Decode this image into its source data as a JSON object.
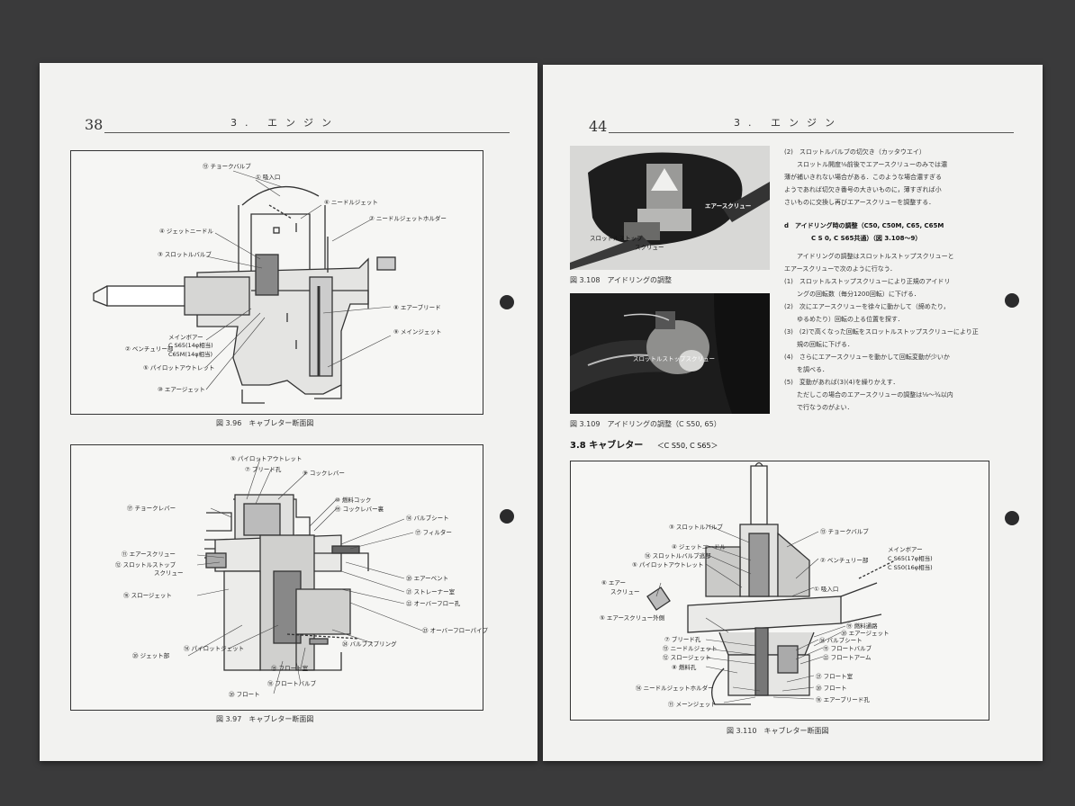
{
  "left_page": {
    "page_number": "38",
    "chapter": "3. エンジン",
    "fig96": {
      "caption": "図 3.96　キャブレター断面図",
      "labels": {
        "choke_valve": "⑬ チョークバルブ",
        "intake": "① 吸入口",
        "needle_jet": "⑥ ニードルジェット",
        "needle_jet_holder": "⑦ ニードルジェットホルダー",
        "jet_needle": "④ ジェットニードル",
        "throttle_valve": "③ スロットルバルブ",
        "air_bleed": "⑧ エアーブリード",
        "main_jet": "⑨ メインジェット",
        "main_bore_title": "メインボアー",
        "main_bore_cs65": "C S65(14φ相当)",
        "main_bore_c65m": "C65M(14φ相当)",
        "venturi": "② ベンチュリー部",
        "pilot_outlet": "⑤ パイロットアウトレット",
        "air_jet": "⑩ エアージェット"
      }
    },
    "fig97": {
      "caption": "図 3.97　キャブレター断面図",
      "labels": {
        "pilot_outlet": "⑤ パイロットアウトレット",
        "bleed_hole": "⑦ ブリード孔",
        "cock_lever": "⑨ コックレバー",
        "fuel_cock": "⑩ 燃料コック",
        "cock_lever_ura": "⑲ コックレバー裏",
        "choke_lever": "⑰ チョークレバー",
        "valve_seat": "⑭ バルブシート",
        "filter": "⑰ フィルター",
        "air_screw": "⑪ エアースクリュー",
        "throttle_stop_screw_1": "⑫ スロットルストップ",
        "throttle_stop_screw_2": "スクリュー",
        "air_vent": "⑳ エアーベント",
        "strainer": "㉑ ストレーナー室",
        "slow_jet": "⑯ スロージェット",
        "overflow_hole": "㉒ オーバーフロー孔",
        "overflow_pipe": "㉓ オーバーフローパイプ",
        "jet_section": "⑳ ジェット部",
        "pilot_jet": "⑭ パイロットジェット",
        "valve_spring": "㉔ バルブスプリング",
        "float_chamber": "⑲ フロート室",
        "float_valve": "⑱ フロートバルブ",
        "float": "⑳ フロート"
      }
    }
  },
  "right_page": {
    "page_number": "44",
    "chapter": "3. エンジン",
    "photo108": {
      "caption": "図 3.108　アイドリングの調整",
      "label_air_screw": "エアースクリュー",
      "label_stop_1": "スロットルストップ",
      "label_stop_2": "スクリュー"
    },
    "photo109": {
      "caption": "図 3.109　アイドリングの調整（C S50, 65）",
      "label": "スロットルストップスクリュー"
    },
    "text": {
      "item2_title": "(2)　スロットルバルブの切欠き（カッタウエイ）",
      "item2_lines": [
        "スロットル開度⅛前後でエアースクリューのみでは濃",
        "薄が補いきれない場合がある．このような場合濃すぎる",
        "ようであれば切欠き番号の大きいものに，薄すぎれば小",
        "さいものに交換し再びエアースクリューを調整する．"
      ],
      "d_title": "d　アイドリング時の調整（C50, C50M, C65, C65M",
      "d_title2": "C S 0, C S65共通）（図 3.108～9）",
      "body": [
        "アイドリングの調整はスロットルストップスクリューと",
        "エアースクリューで次のように行なう．",
        "(1)　スロットルストップスクリューにより正規のアイドリ",
        "ングの回転数（毎分1200回転）に下げる．",
        "(2)　次にエアースクリューを徐々に動かして（締めたり，",
        "ゆるめたり）回転の上る位置を探す．",
        "(3)　(2)で高くなった回転をスロットルストップスクリューにより正",
        "規の回転に下げる．",
        "(4)　さらにエアースクリューを動かして回転変動が少いか",
        "を調べる．",
        "(5)　変動があれば(3)(4)を繰りかえす．",
        "ただしこの場合のエアースクリューの調整は⅛～¾以内",
        "で行なうのがよい．"
      ]
    },
    "section": {
      "number": "3.8",
      "title": "キャブレター",
      "models": "＜C S50, C S65＞"
    },
    "fig110": {
      "caption": "図 3.110　キャブレター断面図",
      "labels": {
        "throttle_valve": "③ スロットルバルブ",
        "choke_valve": "⑬ チョークバルブ",
        "jet_needle": "④ ジェットニードル",
        "throttle_cut": "⑭ スロットルバルブ逃部",
        "pilot_outlet": "⑤ パイロットアウトレット",
        "main_bore": "メインボアー",
        "venturi": "② ベンチュリー部",
        "cs65": "C S65(17φ相当)",
        "cs50": "C S50(16φ相当)",
        "air_screw_1": "⑥ エアー",
        "air_screw_2": "スクリュー",
        "intake": "① 吸入口",
        "air_screw_outer": "⑤ エアースクリュー外側",
        "fuel_passage": "⑲ 燃料通路",
        "air_jet": "⑳ エアージェット",
        "bleed_hole": "⑦ ブリード孔",
        "valve_seat": "⑭ バルブシート",
        "needle_jet": "⑬ ニードルジェット",
        "float_valve": "⑮ フロートバルブ",
        "slow_jet": "⑫ スロージェット",
        "float_arm": "㉒ フロートアーム",
        "fuel_hole": "⑧ 燃料孔",
        "float_chamber": "㉑ フロート室",
        "needle_jet_holder": "⑭ ニードルジェットホルダー",
        "float": "⑳ フロート",
        "main_jet": "⑪ メーンジェット",
        "air_bleed_hole": "⑯ エアーブリード孔"
      }
    }
  }
}
